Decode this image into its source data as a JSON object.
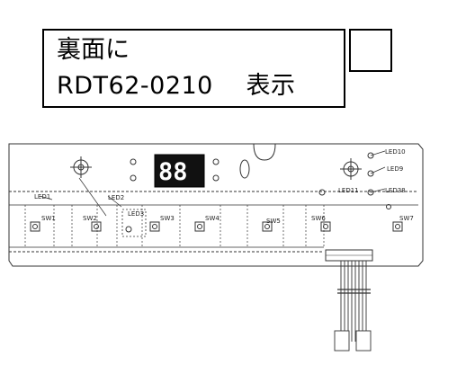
{
  "note": {
    "line1": "裏面に",
    "line2": "RDT62-0210　 表示"
  },
  "board": {
    "display_text": "88",
    "labels": {
      "led1": "LED1",
      "led2": "LED2",
      "led3": "LED3",
      "led9": "LED9",
      "led10": "LED10",
      "led11": "LED11",
      "led38": "LED38",
      "sw1": "SW1",
      "sw2": "SW2",
      "sw3": "SW3",
      "sw4": "SW4",
      "sw5": "SW5",
      "sw6": "SW6",
      "sw7": "SW7"
    }
  },
  "colors": {
    "line": "#333333",
    "display_bg": "#111111",
    "box_border": "#000000"
  }
}
